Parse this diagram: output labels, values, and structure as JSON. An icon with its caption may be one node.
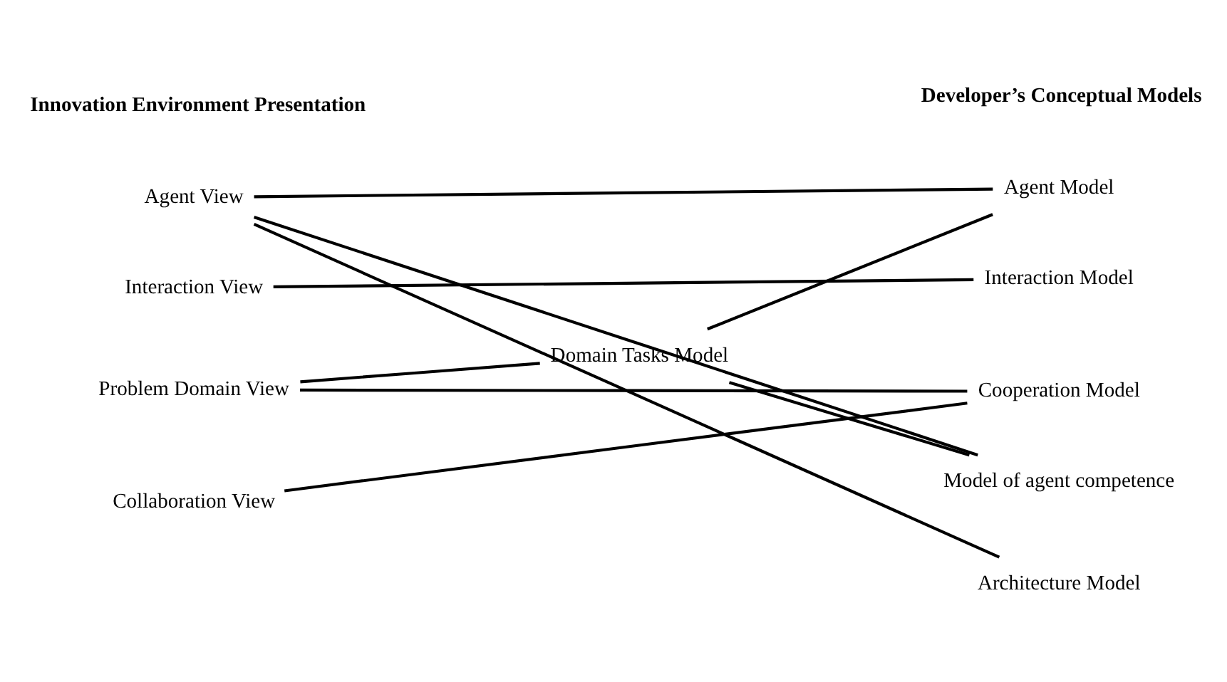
{
  "diagram": {
    "nodes": [
      {
        "text": [
          "Agent View"
        ]
      },
      {
        "text": [
          "Interaction View"
        ]
      },
      {
        "text": [
          "Problem Domain View"
        ]
      },
      {
        "text": [
          "Collaboration View"
        ]
      },
      {
        "text": [
          "Domain Tasks Model"
        ]
      },
      {
        "text": [
          "Agent Model"
        ]
      },
      {
        "text": [
          "Interaction Model"
        ]
      },
      {
        "text": [
          "Cooperation Model"
        ]
      },
      {
        "text": [
          "Model of agent competence"
        ]
      },
      {
        "text": [
          "Architecture Model"
        ]
      }
    ],
    "edges": [
      {
        "from": 0,
        "to": 5,
        "arrow": "none"
      },
      {
        "from": 0,
        "to": 8,
        "arrow": "none"
      },
      {
        "from": 0,
        "to": 9,
        "arrow": "none"
      },
      {
        "from": 1,
        "to": 6,
        "arrow": "none"
      },
      {
        "from": 2,
        "to": 4,
        "arrow": "none"
      },
      {
        "from": 2,
        "to": 7,
        "arrow": "none"
      },
      {
        "from": 3,
        "to": 7,
        "arrow": "none"
      },
      {
        "from": 4,
        "to": 5,
        "arrow": "none"
      },
      {
        "from": 4,
        "to": 8,
        "arrow": "none"
      }
    ],
    "labels": [
      "Innovation Environment Presentation",
      "Developer’s Conceptual Models"
    ]
  }
}
